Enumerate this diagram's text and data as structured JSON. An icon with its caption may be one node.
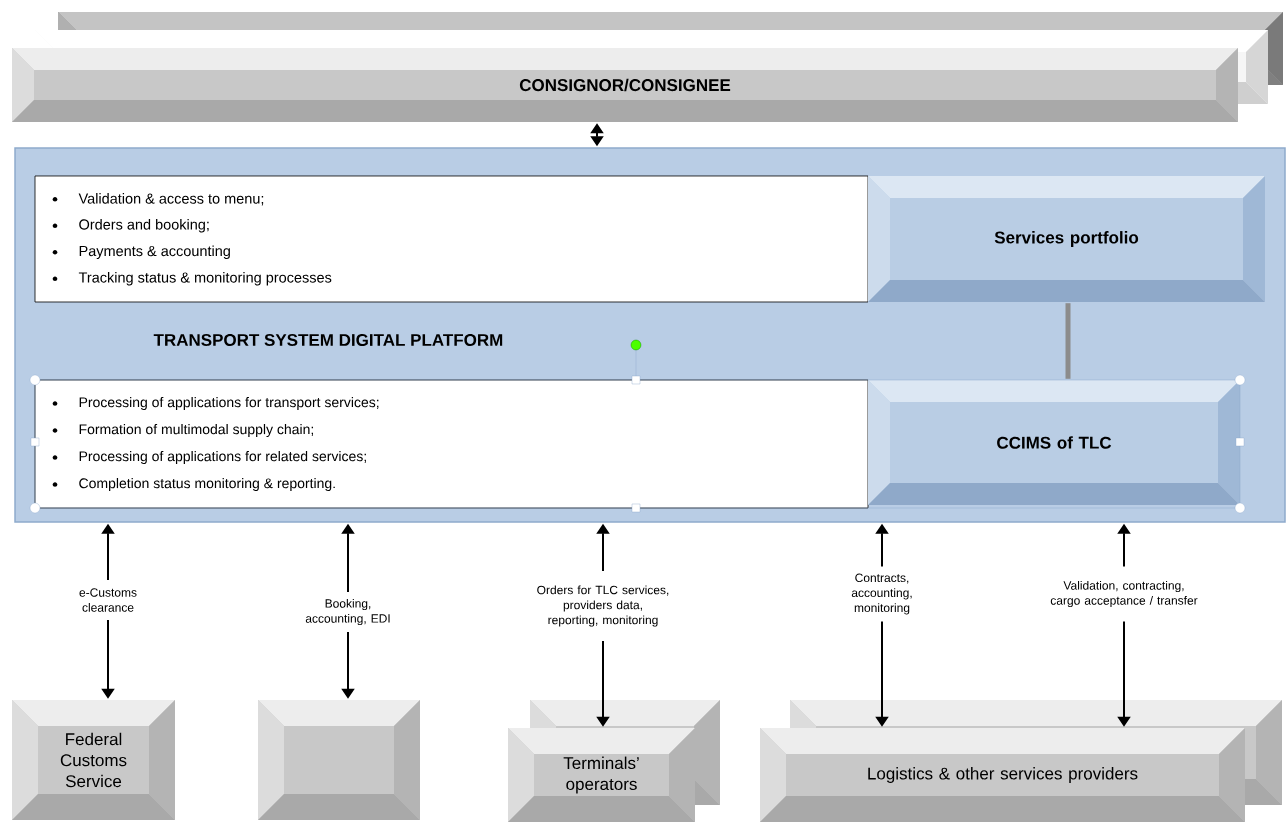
{
  "diagram": {
    "nodes": [
      {
        "text": [
          "CONSIGNOR/CONSIGNEE"
        ]
      },
      {
        "text": [
          "TRANSPORT SYSTEM DIGITAL PLATFORM"
        ]
      },
      {
        "text": [
          "Validation & access to menu;",
          "Orders and booking;",
          "Payments & accounting",
          "Tracking status & monitoring processes"
        ],
        "in": 1
      },
      {
        "text": [
          "Services portfolio"
        ],
        "in": 1
      },
      {
        "text": [
          "Processing of applications for transport services;",
          "Formation of multimodal supply chain;",
          "Processing of applications for related services;",
          "Completion status monitoring &  reporting."
        ],
        "in": 1
      },
      {
        "text": [
          "CCIMS of TLC"
        ],
        "in": 1
      },
      {
        "text": [
          "Federal Customs Service"
        ]
      },
      {
        "text": [],
        "shape": "box"
      },
      {
        "text": [
          "Terminals’ operators"
        ]
      },
      {
        "text": [
          "Logistics & other services providers"
        ]
      }
    ],
    "edges": [
      {
        "from": 0,
        "to": 1,
        "arrow": "both"
      },
      {
        "from": 3,
        "to": 5,
        "arrow": "none",
        "style": "thick",
        "color": "#8c8c8c"
      },
      {
        "from": 1,
        "to": 6,
        "arrow": "both",
        "label": "e-Customs clearance"
      },
      {
        "from": 1,
        "to": 7,
        "arrow": "both",
        "label": "Booking, accounting, EDI"
      },
      {
        "from": 1,
        "to": 8,
        "arrow": "both",
        "label": "Orders for TLC services, providers data, reporting, monitoring"
      },
      {
        "from": 1,
        "to": 9,
        "arrow": "both",
        "label": "Contracts, accounting, monitoring"
      },
      {
        "from": 1,
        "to": 9,
        "arrow": "both",
        "label": "Validation, contracting, cargo acceptance / transfer"
      }
    ]
  }
}
